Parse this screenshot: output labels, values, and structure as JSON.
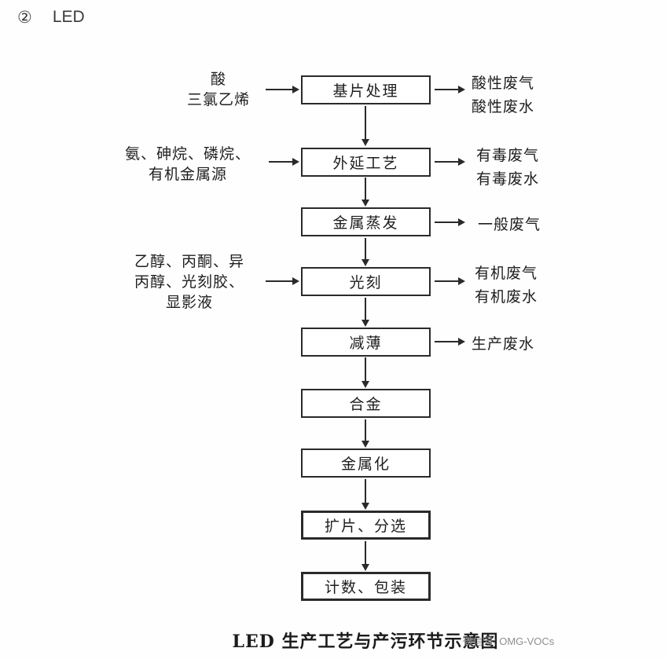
{
  "page": {
    "section_number": "②",
    "section_title": "LED",
    "caption": "LED 生产工艺与产污环节示意图",
    "watermark": "微信号: OMG-VOCs"
  },
  "colors": {
    "ink": "#2a2a2a",
    "watermark_gray": "#8e8e8e"
  },
  "flowchart": {
    "type": "top-down-process-flow",
    "steps": [
      {
        "label": "基片处理",
        "input_lines": [
          "酸",
          "三氯乙烯"
        ],
        "output_lines": [
          "酸性废气",
          "酸性废水"
        ],
        "emphasized": false
      },
      {
        "label": "外延工艺",
        "input_lines": [
          "氨、砷烷、磷烷、",
          "有机金属源"
        ],
        "output_lines": [
          "有毒废气",
          "有毒废水"
        ],
        "emphasized": false
      },
      {
        "label": "金属蒸发",
        "input_lines": [],
        "output_lines": [
          "一般废气"
        ],
        "emphasized": false
      },
      {
        "label": "光刻",
        "input_lines": [
          "乙醇、丙酮、异",
          "丙醇、光刻胶、",
          "显影液"
        ],
        "output_lines": [
          "有机废气",
          "有机废水"
        ],
        "emphasized": false
      },
      {
        "label": "减薄",
        "input_lines": [],
        "output_lines": [
          "生产废水"
        ],
        "emphasized": false
      },
      {
        "label": "合金",
        "input_lines": [],
        "output_lines": [],
        "emphasized": false
      },
      {
        "label": "金属化",
        "input_lines": [],
        "output_lines": [],
        "emphasized": false
      },
      {
        "label": "扩片、分选",
        "input_lines": [],
        "output_lines": [],
        "emphasized": true
      },
      {
        "label": "计数、包装",
        "input_lines": [],
        "output_lines": [],
        "emphasized": true
      }
    ]
  }
}
